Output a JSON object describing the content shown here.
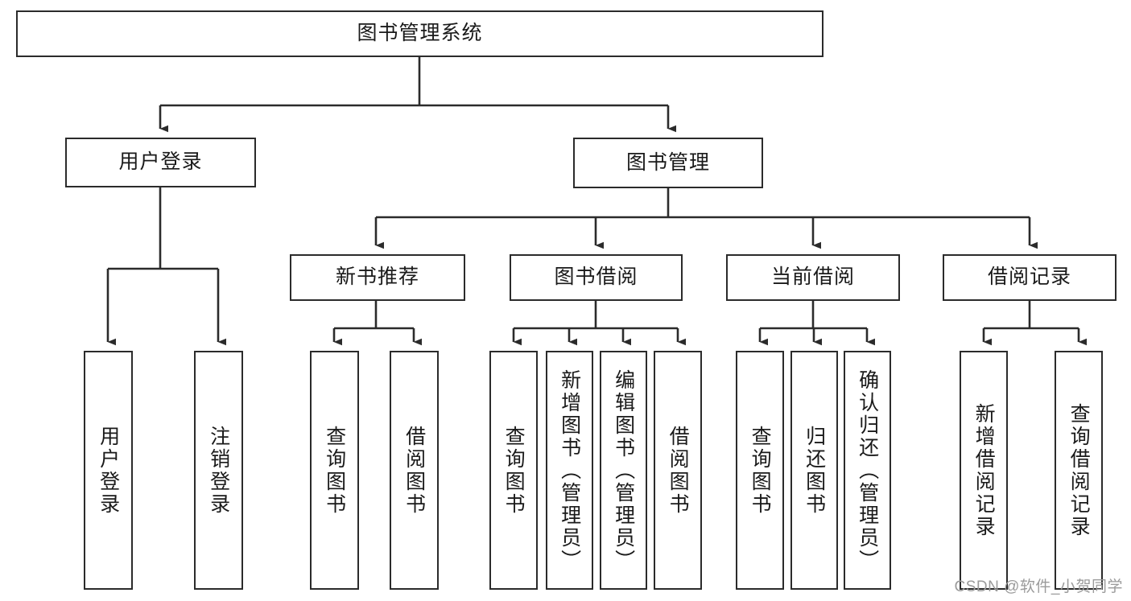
{
  "diagram": {
    "title": "图书管理系统",
    "watermark": "CSDN @软件_小贺同学",
    "colors": {
      "background": "#ffffff",
      "stroke": "#2b2b2b",
      "text": "#1a1a1a",
      "watermark": "#9b9b9b"
    },
    "nodes": {
      "root": {
        "label": "图书管理系统"
      },
      "level2": [
        {
          "id": "user-login",
          "label": "用户登录"
        },
        {
          "id": "book-manage",
          "label": "图书管理"
        }
      ],
      "level3": [
        {
          "id": "new-book-recommend",
          "label": "新书推荐"
        },
        {
          "id": "book-borrow",
          "label": "图书借阅"
        },
        {
          "id": "current-borrow",
          "label": "当前借阅"
        },
        {
          "id": "borrow-record",
          "label": "借阅记录"
        }
      ],
      "leaves": {
        "user-login": [
          {
            "id": "leaf-user-login",
            "label": "用户登录"
          },
          {
            "id": "leaf-logout-login",
            "label": "注销登录"
          }
        ],
        "new-book-recommend": [
          {
            "id": "leaf-query-book-1",
            "label": "查询图书"
          },
          {
            "id": "leaf-borrow-book-1",
            "label": "借阅图书"
          }
        ],
        "book-borrow": [
          {
            "id": "leaf-query-book-2",
            "label": "查询图书"
          },
          {
            "id": "leaf-add-book",
            "label": "新增图书（管理员）"
          },
          {
            "id": "leaf-edit-book",
            "label": "编辑图书（管理员）"
          },
          {
            "id": "leaf-borrow-book-2",
            "label": "借阅图书"
          }
        ],
        "current-borrow": [
          {
            "id": "leaf-query-book-3",
            "label": "查询图书"
          },
          {
            "id": "leaf-return-book",
            "label": "归还图书"
          },
          {
            "id": "leaf-confirm-return",
            "label": "确认归还（管理员）"
          }
        ],
        "borrow-record": [
          {
            "id": "leaf-add-record",
            "label": "新增借阅记录"
          },
          {
            "id": "leaf-query-record",
            "label": "查询借阅记录"
          }
        ]
      }
    }
  }
}
